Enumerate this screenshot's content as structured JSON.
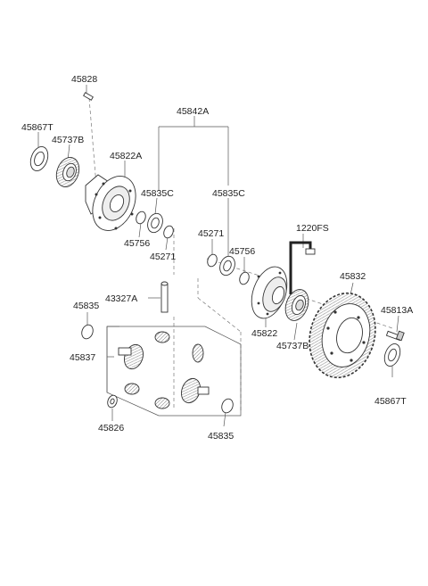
{
  "diagram": {
    "labels": {
      "45828": "45828",
      "45867T_left": "45867T",
      "45737B_left": "45737B",
      "45822A": "45822A",
      "45842A": "45842A",
      "45835C_left": "45835C",
      "45835C_right": "45835C",
      "45756_left": "45756",
      "45271_left": "45271",
      "45271_right": "45271",
      "45756_right": "45756",
      "1220FS": "1220FS",
      "45832": "45832",
      "45813A": "45813A",
      "43327A": "43327A",
      "45835_top": "45835",
      "45837": "45837",
      "45822": "45822",
      "45737B_right": "45737B",
      "45826": "45826",
      "45835_bottom": "45835",
      "45867T_right": "45867T"
    }
  }
}
